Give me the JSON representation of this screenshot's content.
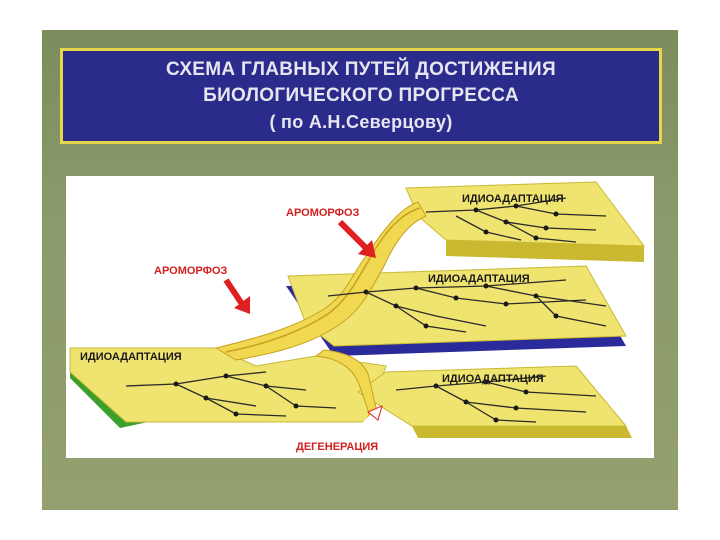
{
  "title": {
    "line1": "СХЕМА ГЛАВНЫХ ПУТЕЙ ДОСТИЖЕНИЯ",
    "line2": "БИОЛОГИЧЕСКОГО ПРОГРЕССА",
    "line3": "( по А.Н.Северцову)"
  },
  "labels": {
    "idio_top": "ИДИОАДАПТАЦИЯ",
    "idio_middle": "ИДИОАДАПТАЦИЯ",
    "idio_left": "ИДИОАДАПТАЦИЯ",
    "idio_lower": "ИДИОАДАПТАЦИЯ",
    "aromorph_upper": "АРОМОРФОЗ",
    "aromorph_left": "АРОМОРФОЗ",
    "degeneration": "ДЕГЕНЕРАЦИЯ"
  },
  "colors": {
    "background": "#8a9a6a",
    "title_box": "#2b2b8c",
    "title_border": "#e8d64a",
    "plate": "#f0e470",
    "plate_edge_green": "#3aa02a",
    "plate_edge_blue": "#2a2a9a",
    "label_red": "#d42020",
    "arrow_red": "#e02020"
  }
}
